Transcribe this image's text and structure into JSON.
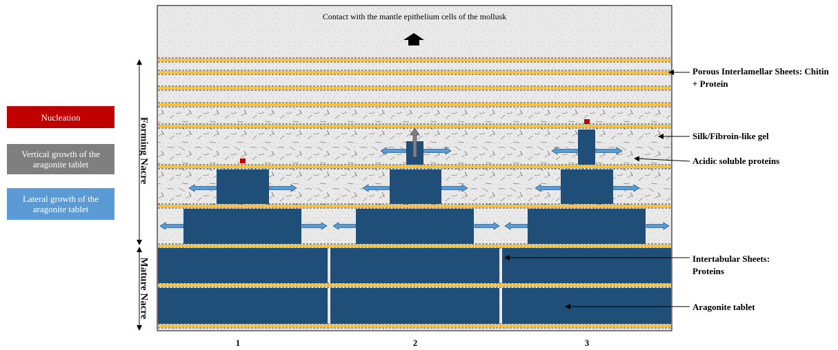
{
  "legend": {
    "nucleation": "Nucleation",
    "vertical_growth": "Vertical growth of the aragonite tablet",
    "lateral_growth": "Lateral growth of the aragonite tablet"
  },
  "top_text": "Contact with the mantle epithelium cells of the mollusk",
  "side_labels": {
    "forming": "Forming Nacre",
    "mature": "Mature Nacre"
  },
  "right_labels": {
    "porous": "Porous Interlamellar Sheets: Chitin + Protein",
    "silk": "Silk/Fibroin-like gel",
    "acidic": "Acidic soluble proteins",
    "intertabular": "Intertabular Sheets: Proteins",
    "aragonite": "Aragonite tablet"
  },
  "columns": [
    "1",
    "2",
    "3"
  ],
  "colors": {
    "tablet": "#1f4e79",
    "sheet_yellow": "#f5c242",
    "nucleation_red": "#c00000",
    "vertical_grey": "#7f7f7f",
    "lateral_blue": "#5b9bd5",
    "gel_bg": "#e8e8e8"
  }
}
